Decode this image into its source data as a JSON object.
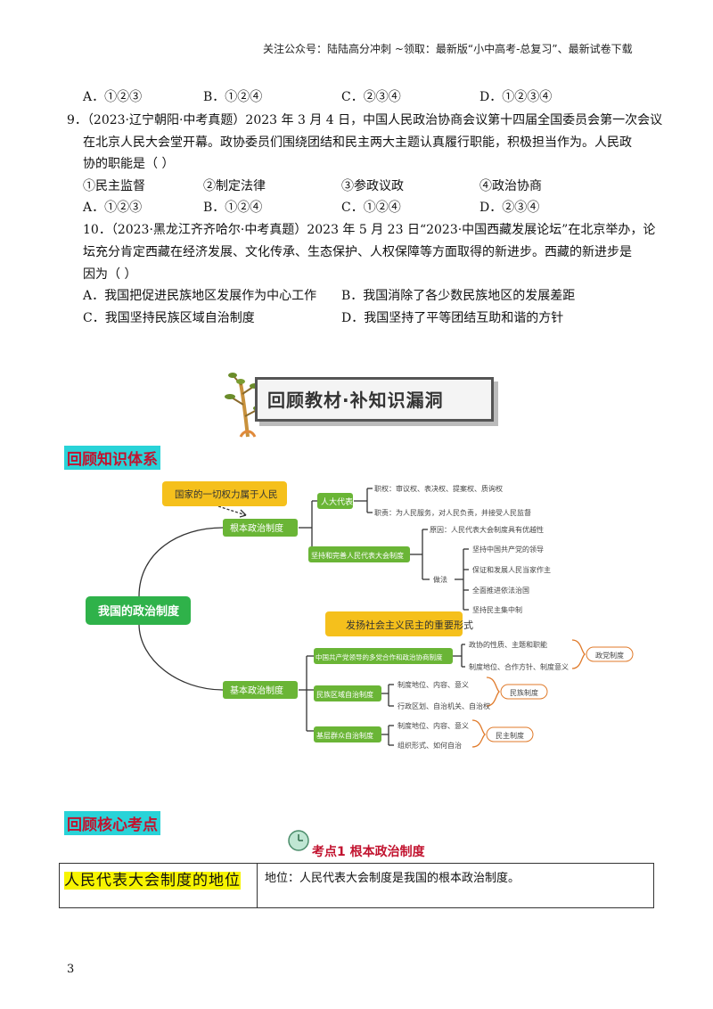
{
  "header": {
    "text": "关注公众号：陆陆高分冲刺  ~领取：最新版“小中高考-总复习”、最新试卷下载"
  },
  "q8_options": [
    "A．①②③",
    "B．①②④",
    "C．②③④",
    "D．①②③④"
  ],
  "q9": {
    "lines": [
      "9．（2023·辽宁朝阳·中考真题）2023 年 3 月 4 日，中国人民政治协商会议第十四届全国委员会第一次会议",
      "在北京人民大会堂开幕。政协委员们围绕团结和民主两大主题认真履行职能，积极担当作为。人民政",
      "协的职能是（          ）"
    ],
    "items": [
      "①民主监督",
      "②制定法律",
      "③参政议政",
      "④政治协商"
    ],
    "options": [
      "A．①②③",
      "B．①②④",
      "C．①②④",
      "D．②③④"
    ]
  },
  "q10": {
    "lines": [
      "10．（2023·黑龙江齐齐哈尔·中考真题）2023 年 5 月 23 日“2023·中国西藏发展论坛”在北京举办，论",
      "坛充分肯定西藏在经济发展、文化传承、生态保护、人权保障等方面取得的新进步。西藏的新进步是",
      "因为（          ）"
    ],
    "options": [
      "A．我国把促进民族地区发展作为中心工作",
      "B．我国消除了各少数民族地区的发展差距",
      "C．我国坚持民族区域自治制度",
      "D．我国坚持了平等团结互助和谐的方针"
    ]
  },
  "banner": {
    "text": "回顾教材·补知识漏洞"
  },
  "section1": {
    "title": "回顾知识体系"
  },
  "mindmap": {
    "root": "我国的政治制度",
    "note_top": "国家的一切权力属于人民",
    "note_mid": "发扬社会主义民主的重要形式",
    "b1": "根本政治制度",
    "b1_c1": "人大代表",
    "b1_c1_items": [
      "职权：审议权、表决权、提案权、质询权",
      "职责：为人民服务，对人民负责，并接受人民监督"
    ],
    "b1_c2": "坚持和完善人民代表大会制度",
    "b1_c2_reason": "原因：人民代表大会制度具有优越性",
    "b1_c2_how": "做法",
    "b1_c2_how_items": [
      "坚持中国共产党的领导",
      "保证和发展人民当家作主",
      "全面推进依法治国",
      "坚持民主集中制"
    ],
    "b2": "基本政治制度",
    "b2_c1": "中国共产党领导的多党合作和政治协商制度",
    "b2_c1_items": [
      "政协的性质、主题和职能",
      "制度地位、合作方针、制度意义"
    ],
    "b2_c1_tag": "政党制度",
    "b2_c2": "民族区域自治制度",
    "b2_c2_items": [
      "制度地位、内容、意义",
      "行政区划、自治机关、自治权"
    ],
    "b2_c2_tag": "民族制度",
    "b2_c3": "基层群众自治制度",
    "b2_c3_items": [
      "制度地位、内容、意义",
      "组织形式、如何自治"
    ],
    "b2_c3_tag": "民主制度"
  },
  "section2": {
    "title": "回顾核心考点"
  },
  "kaodian": {
    "title": "考点1  根本政治制度"
  },
  "table": {
    "c1": "人民代表大会制度的地位",
    "c2": "地位：人民代表大会制度是我国的根本政治制度。"
  },
  "page_number": "3",
  "colors": {
    "accent_red": "#c2132f",
    "title_bg": "#29d3d8",
    "green": "#6ab536",
    "yellow": "#f5c01c",
    "highlight": "#f7f400"
  }
}
